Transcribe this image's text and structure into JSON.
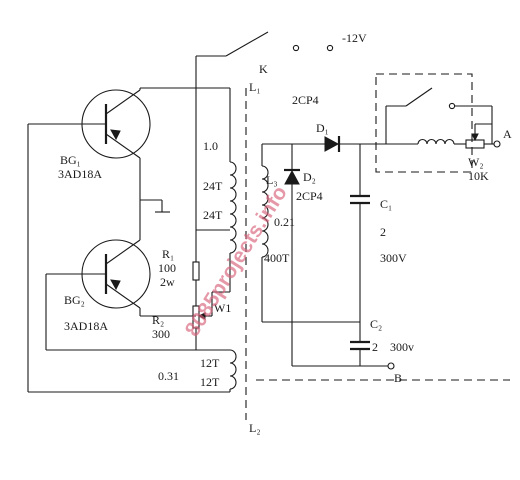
{
  "labels": {
    "neg12v": "-12V",
    "k": "K",
    "l1": "L₁",
    "l2": "L₂",
    "d1_type": "2CP4",
    "d1": "D₁",
    "d2": "D₂",
    "d2_type": "2CP4",
    "bg1": "BG₁",
    "bg1_type": "3AD18A",
    "bg2": "BG₂",
    "bg2_type": "3AD18A",
    "wire_1_0": "1.0",
    "turns_24t_a": "24T",
    "turns_24t_b": "24T",
    "l3": "L₃",
    "wire_0_21": "0.21",
    "turns_400t": "400T",
    "r1": "R₁",
    "r1_value": "100",
    "r1_power": "2w",
    "r2": "R₂",
    "r2_value": "300",
    "w1": "W1",
    "c1": "C₁",
    "c1_value": "2",
    "c1_voltage": "300V",
    "c2": "C₂",
    "c2_value": "2",
    "c2_voltage": "300v",
    "turns_12t_a": "12T",
    "turns_12t_b": "12T",
    "wire_0_31": "0.31",
    "w2": "W₂",
    "w2_value": "10K",
    "term_a": "A",
    "term_b": "B",
    "watermark": "8085projects.info"
  }
}
